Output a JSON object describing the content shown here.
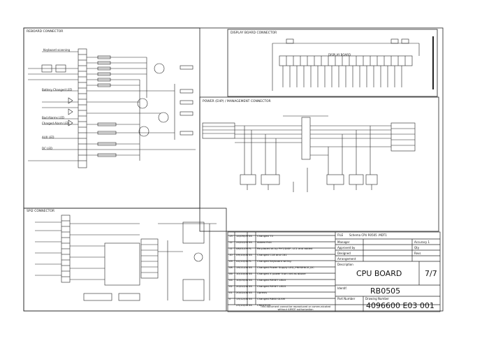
{
  "sections": {
    "reboard": "REBOARD CONNECTOR",
    "display": "DISPLAY BOARD CONNECTOR",
    "power": "POWER (EHP) / MANAGEMENT CONNECTOR",
    "spi": "SPI2 CONNECTOR"
  },
  "labels": {
    "keyboard": "Keyboard scanning",
    "battery_changed": "Battery Changed LED",
    "bad_alarm": "Bad Alarms LED",
    "charged": "Charged Alarm LED",
    "display_board": "DISPLAY BOARD",
    "aux_led": "AUX LED",
    "dc_led": "DC LED"
  },
  "revisions": [
    {
      "rev": "13",
      "date": "14/09/09",
      "by": "SS",
      "desc": "Changed T5"
    },
    {
      "rev": "12",
      "date": "24/02/09",
      "by": "SS",
      "desc": "Added R44"
    },
    {
      "rev": "11",
      "date": "08/01/09",
      "by": "FL",
      "desc": "Re-placed at by PHT/DISP, LC1 and added"
    },
    {
      "rev": "10",
      "date": "09/10/08",
      "by": "SS",
      "desc": "Changed C18 and C61"
    },
    {
      "rev": "09",
      "date": "04/10/08",
      "by": "FL",
      "desc": "Changed Keyboard wiring"
    },
    {
      "rev": "08",
      "date": "19/11/08",
      "by": "SS",
      "desc": "Changed Power Supply LED_PRESENCE_DC"
    },
    {
      "rev": "06",
      "date": "10/10/08",
      "by": "SS",
      "desc": "Changed X power from net as above"
    },
    {
      "rev": "04",
      "date": "10/03/08",
      "by": "SS",
      "desc": "Changed RESET LED5"
    },
    {
      "rev": "02",
      "date": "20/02/08",
      "by": "SS",
      "desc": "Changed RESET LED5"
    },
    {
      "rev": "01",
      "date": "20/02/08",
      "by": "SS",
      "desc": "Uprevis"
    },
    {
      "rev": "0",
      "date": "13/12/08",
      "by": "SS",
      "desc": "Changed R860 GLSM"
    },
    {
      "rev": "",
      "date": "23/10/08",
      "by": "SS",
      "desc": "CREATION"
    }
  ],
  "title_block": {
    "file_label": "FILE",
    "file_value": "Schema CPU R0505 .MDT1",
    "fields": [
      {
        "label": "Manager",
        "right": "Accuracy 1"
      },
      {
        "label": "Approved by",
        "right": "Qty"
      },
      {
        "label": "Designed",
        "right": "Revs"
      },
      {
        "label": "Arrangement",
        "right": ""
      },
      {
        "label": "Description",
        "right": ""
      }
    ],
    "title": "CPU BOARD",
    "sheet": "7/7",
    "code_label": "Identif.",
    "code": "RB0505",
    "part_label": "Part Number",
    "drawing_label": "Drawing Number",
    "drawing_number": "4096600 E03 001",
    "notice": "This document cannot be reproduced or communicated without AIMCE authorization"
  }
}
